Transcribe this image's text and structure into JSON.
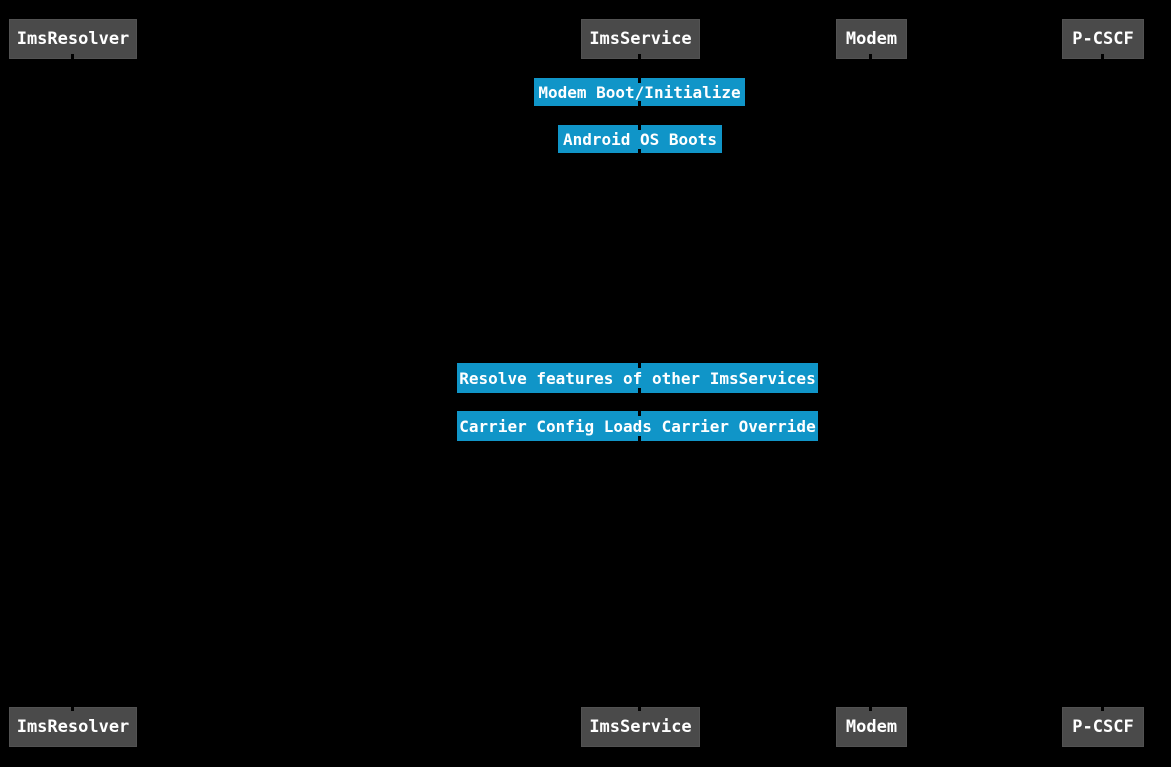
{
  "diagram": {
    "type": "sequence-diagram",
    "colors": {
      "background": "#000000",
      "participant_fill": "#4a4a4a",
      "participant_border": "#525252",
      "participant_text": "#ffffff",
      "note_fill": "#1095c8",
      "note_text": "#ffffff",
      "lifeline": "#000000"
    },
    "participants": [
      {
        "label": "ImsResolver"
      },
      {
        "label": "ImsService"
      },
      {
        "label": "Modem"
      },
      {
        "label": "P-CSCF"
      }
    ],
    "notes": [
      {
        "label": "Modem Boot/Initialize"
      },
      {
        "label": "Android OS Boots"
      },
      {
        "label": "Resolve features of other ImsServices"
      },
      {
        "label": "Carrier Config Loads Carrier Override"
      }
    ]
  }
}
